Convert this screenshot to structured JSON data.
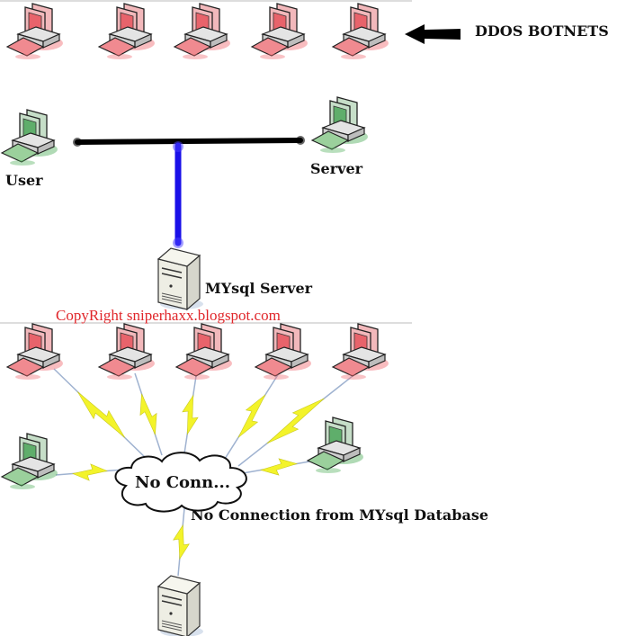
{
  "labels": {
    "botnets": "DDOS BOTNETS",
    "user": "User",
    "server": "Server",
    "mysql_server": "MYsql Server",
    "copyright": "CopyRight sniperhaxx.blogspot.com",
    "cloud": "No Conn...",
    "no_connection": "No Connection from MYsql Database"
  },
  "colors": {
    "botnet": "#e8636b",
    "client": "#5fae6b",
    "link_black": "#000000",
    "link_blue": "#1a10e8",
    "bolt": "#f3f32a",
    "copyright": "#e0262a"
  },
  "icons": {
    "botnet_computer": "computer-icon-red",
    "client_computer": "computer-icon-green",
    "database_server": "server-tower-icon",
    "arrow": "arrow-left-icon",
    "cloud": "cloud-icon",
    "lightning": "lightning-bolt-icon"
  }
}
